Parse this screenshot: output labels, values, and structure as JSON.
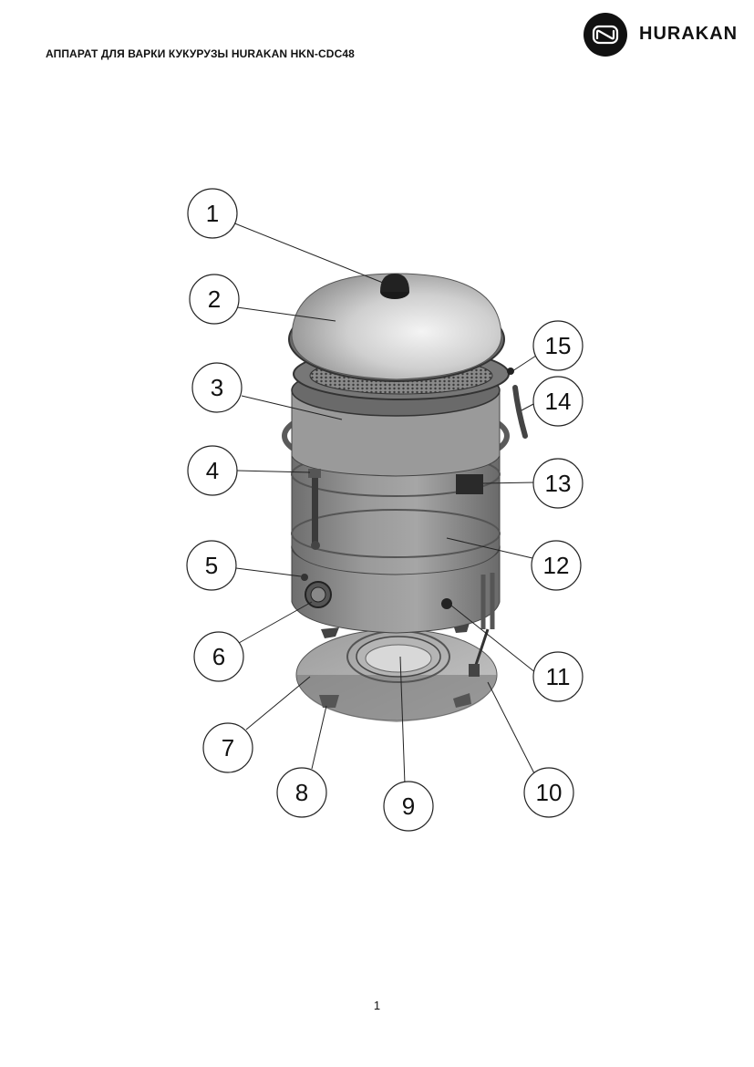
{
  "header": {
    "title": "АППАРАТ ДЛЯ ВАРКИ КУКУРУЗЫ HURAKAN HKN-CDC48",
    "brand_name": "HURAKAN",
    "brand_icon": "hurakan-logo-icon"
  },
  "diagram": {
    "callouts": [
      "1",
      "2",
      "3",
      "4",
      "5",
      "6",
      "7",
      "8",
      "9",
      "10",
      "11",
      "12",
      "13",
      "14",
      "15"
    ]
  },
  "footer": {
    "page_number": "1"
  }
}
